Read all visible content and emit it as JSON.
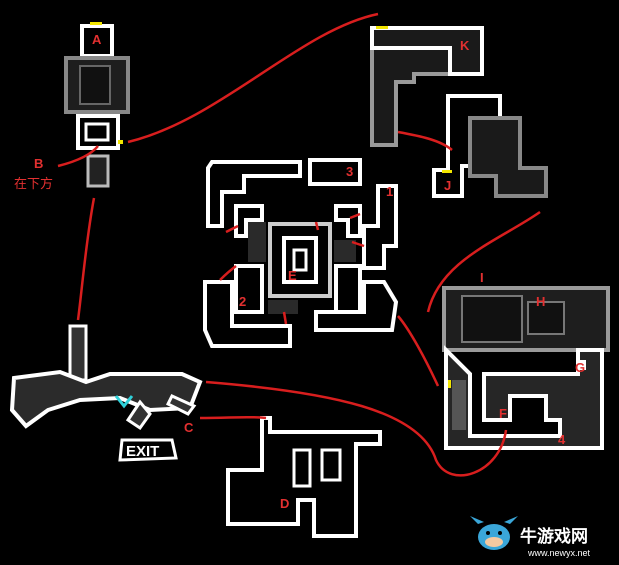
{
  "labels": {
    "a": "A",
    "b": "B",
    "b_note": "在下方",
    "c": "C",
    "d": "D",
    "e": "E",
    "f": "F",
    "g": "G",
    "h": "H",
    "i": "I",
    "j": "J",
    "k": "K",
    "n1": "1",
    "n2": "2",
    "n3": "3",
    "n4": "4"
  },
  "exit_sign": "EXIT",
  "watermark": {
    "brand": "牛游戏网",
    "url": "www.newyx.net"
  },
  "colors": {
    "wall": "#ffffff",
    "wall_dim": "#9a9a9a",
    "route": "#d81e1e",
    "label": "#e23030",
    "marker": "#f2e600",
    "save_point": "#2fd0d8"
  }
}
